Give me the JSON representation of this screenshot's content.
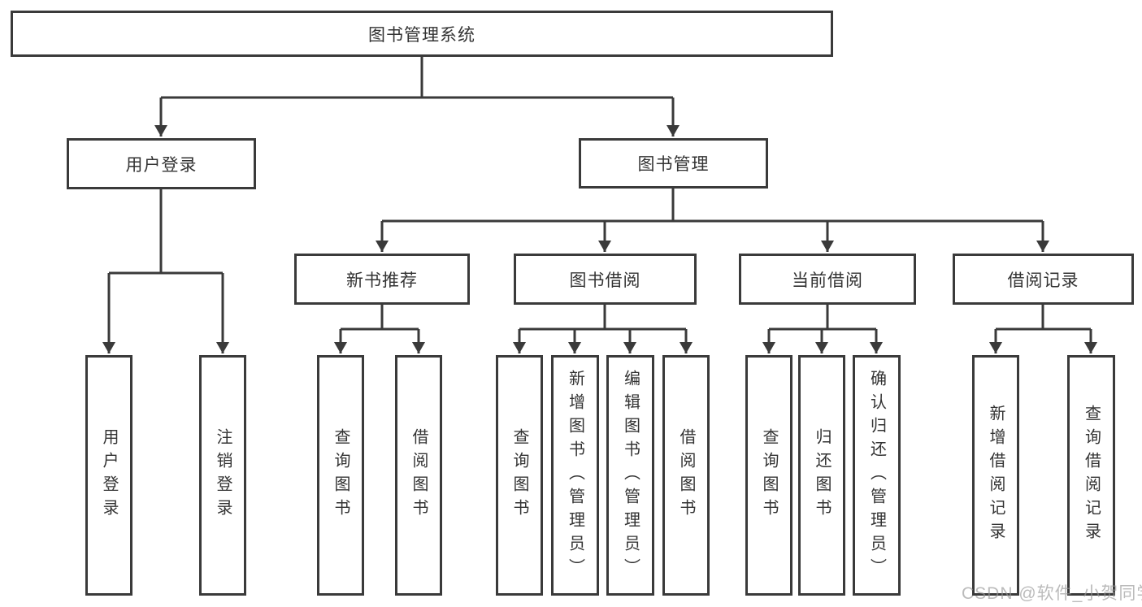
{
  "diagram": {
    "root": {
      "label": "图书管理系统"
    },
    "level2": [
      {
        "label": "用户登录"
      },
      {
        "label": "图书管理"
      }
    ],
    "level3": [
      {
        "label": "新书推荐"
      },
      {
        "label": "图书借阅"
      },
      {
        "label": "当前借阅"
      },
      {
        "label": "借阅记录"
      }
    ],
    "leaves": [
      {
        "label": "用户登录"
      },
      {
        "label": "注销登录"
      },
      {
        "label": "查询图书"
      },
      {
        "label": "借阅图书"
      },
      {
        "label": "查询图书"
      },
      {
        "label": "新增图书（管理员）"
      },
      {
        "label": "编辑图书（管理员）"
      },
      {
        "label": "借阅图书"
      },
      {
        "label": "查询图书"
      },
      {
        "label": "归还图书"
      },
      {
        "label": "确认归还（管理员）"
      },
      {
        "label": "新增借阅记录"
      },
      {
        "label": "查询借阅记录"
      }
    ],
    "watermark": "CSDN @软件_小贺同学",
    "colors": {
      "line": "#3a3a3a",
      "node_border": "#3a3a3a",
      "node_fill": "#ffffff",
      "text": "#333333",
      "watermark": "#969696"
    }
  }
}
